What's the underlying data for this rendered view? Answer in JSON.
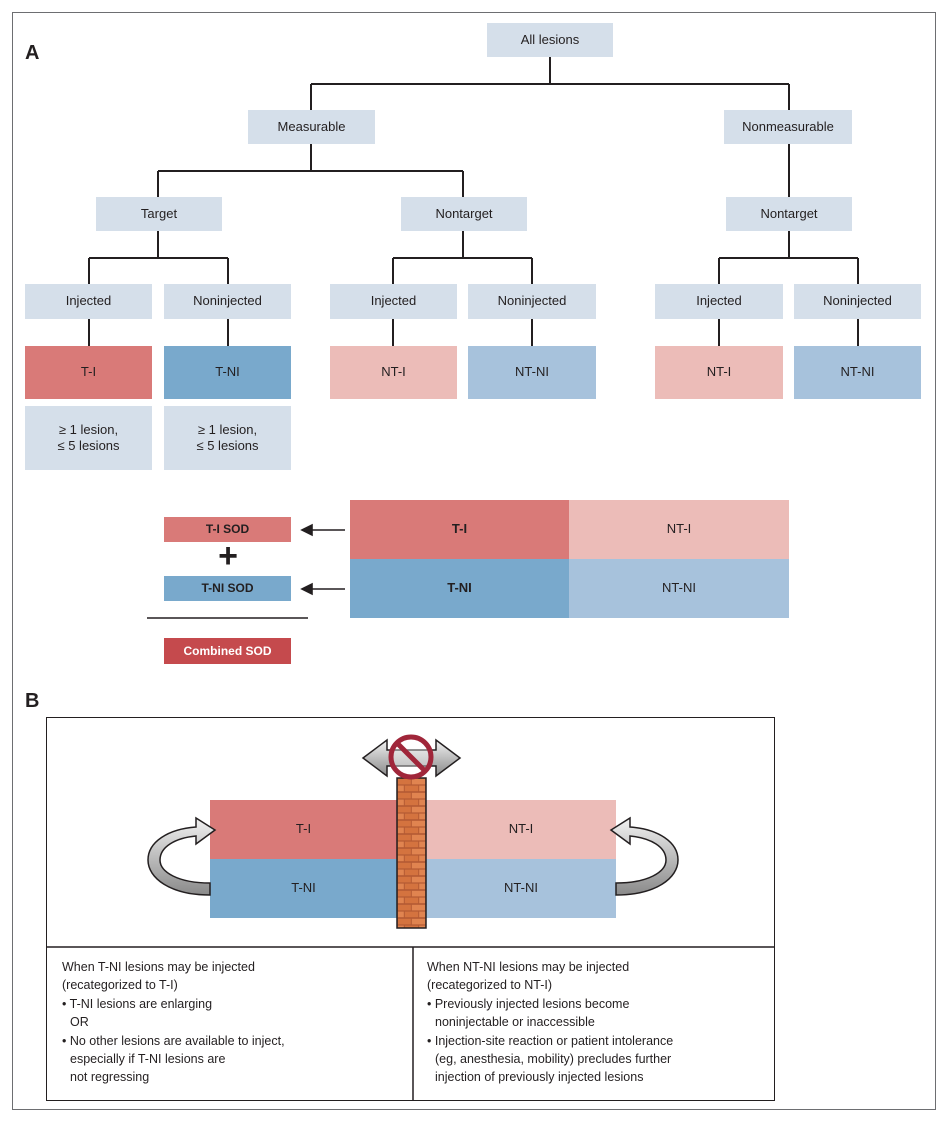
{
  "panel_a": {
    "letter": "A",
    "root": "All lesions",
    "measurable": "Measurable",
    "nonmeasurable": "Nonmeasurable",
    "target": "Target",
    "nontarget_m": "Nontarget",
    "nontarget_nm": "Nontarget",
    "injected": "Injected",
    "noninjected": "Noninjected",
    "ti": "T-I",
    "tni": "T-NI",
    "nti": "NT-I",
    "ntni": "NT-NI",
    "limit_line1": "≥ 1 lesion,",
    "limit_line2": "≤ 5 lesions",
    "sod": {
      "ti_sod": "T-I SOD",
      "plus": "+",
      "tni_sod": "T-NI SOD",
      "combined": "Combined SOD"
    },
    "colors": {
      "gray": "#d5dfea",
      "ti": "#d97a78",
      "tni": "#79a9cc",
      "nti": "#ecbcb8",
      "ntni": "#a7c2dc",
      "combined": "#c54a4d"
    }
  },
  "panel_b": {
    "letter": "B",
    "ti": "T-I",
    "tni": "T-NI",
    "nti": "NT-I",
    "ntni": "NT-NI",
    "left": {
      "heading1": "When T-NI lesions may be injected",
      "heading2": "(recategorized to T-I)",
      "bullet1": "• T-NI lesions are enlarging",
      "or": "OR",
      "bullet2a": "• No other lesions are available to inject,",
      "bullet2b": "especially if T-NI lesions are",
      "bullet2c": "not regressing"
    },
    "right": {
      "heading1": "When NT-NI lesions may be injected",
      "heading2": "(recategorized to NT-I)",
      "bullet1a": "• Previously injected lesions become",
      "bullet1b": "noninjectable or inaccessible",
      "bullet2a": "• Injection-site reaction or patient intolerance",
      "bullet2b": "(eg, anesthesia, mobility) precludes further",
      "bullet2c": "injection of previously injected lesions"
    },
    "icons": [
      "curved-arrow-icon",
      "double-arrow-icon",
      "prohibition-icon",
      "brick-wall-icon"
    ]
  }
}
